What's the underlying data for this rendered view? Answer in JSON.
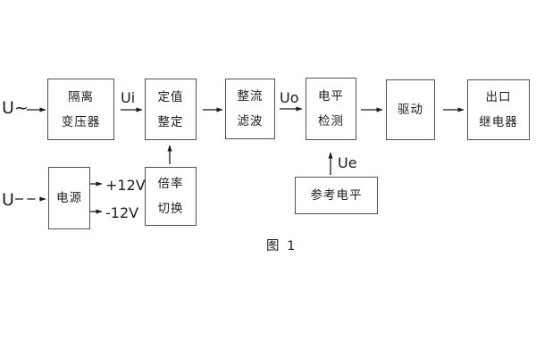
{
  "figure": {
    "caption": "图 1",
    "colors": {
      "background": "#ffffff",
      "arrow_line": "#1c1c1c",
      "box_border": "#525252",
      "text": "#1c1c1c"
    }
  },
  "inputs": {
    "ac_voltage": "U~",
    "dc_voltage": "U"
  },
  "signal_labels": {
    "ui": "Ui",
    "uo": "Uo",
    "ue": "Ue",
    "positive_rail": "+12V",
    "negative_rail": "-12V"
  },
  "blocks": {
    "isolation_transformer": {
      "line1": "隔离",
      "line2": "变压器"
    },
    "setting_adjustment": {
      "line1": "定值",
      "line2": "整定"
    },
    "rectifier_filter": {
      "line1": "整流",
      "line2": "滤波"
    },
    "level_detection": {
      "line1": "电平",
      "line2": "检测"
    },
    "driver": {
      "line1": "驱动"
    },
    "output_relay": {
      "line1": "出口",
      "line2": "继电器"
    },
    "power_supply": {
      "line1": "电源"
    },
    "ratio_switching": {
      "line1": "倍率",
      "line2": "切换"
    },
    "reference_level": {
      "line1": "参考电平"
    }
  }
}
